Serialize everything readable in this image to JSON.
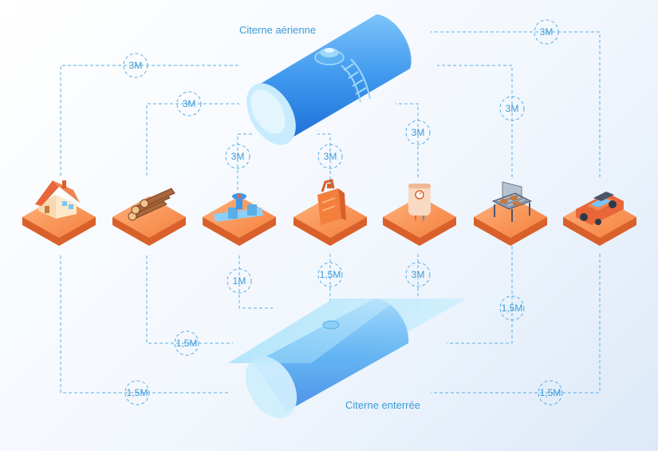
{
  "tanks": {
    "aerial": {
      "label": "Citerne aérienne"
    },
    "buried": {
      "label": "Citerne enterrée"
    }
  },
  "distances": {
    "house_top": "3M",
    "wood_top": "3M",
    "valve_top": "3M",
    "jerrycan_top": "3M",
    "boiler_top": "3M",
    "bbq_top": "3M",
    "car_top": "3M",
    "house_bottom": "1,5M",
    "wood_bottom": "1,5M",
    "valve_bottom": "1M",
    "jerrycan_bottom": "1,5M",
    "boiler_bottom": "3M",
    "bbq_bottom": "1,5M",
    "car_bottom": "1,5M"
  },
  "icons": [
    "house-icon",
    "firewood-icon",
    "pipe-valve-icon",
    "jerrycan-icon",
    "water-heater-icon",
    "barbecue-icon",
    "car-icon"
  ],
  "colors": {
    "line": "#5aaee6",
    "tile": "#f47f3d",
    "tile_dark": "#d9602a",
    "tank": "#3d97ea"
  }
}
